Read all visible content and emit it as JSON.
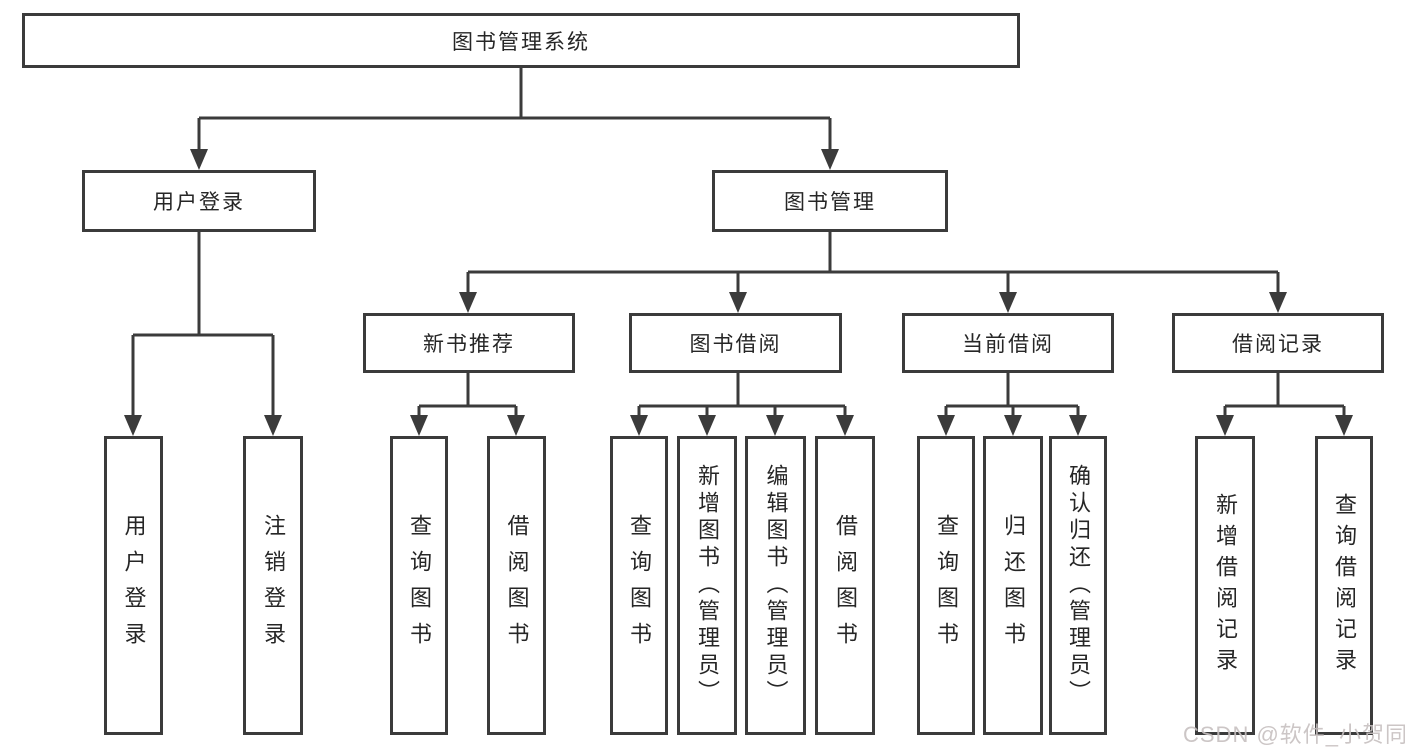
{
  "diagram": {
    "root": {
      "label": "图书管理系统"
    },
    "level2": [
      {
        "label": "用户登录"
      },
      {
        "label": "图书管理"
      }
    ],
    "level3": [
      {
        "label": "新书推荐"
      },
      {
        "label": "图书借阅"
      },
      {
        "label": "当前借阅"
      },
      {
        "label": "借阅记录"
      }
    ],
    "leaves": {
      "user_login": [
        "用户登录",
        "注销登录"
      ],
      "new_books": [
        "查询图书",
        "借阅图书"
      ],
      "book_borrow": [
        "查询图书",
        "新增图书（管理员）",
        "编辑图书（管理员）",
        "借阅图书"
      ],
      "current_borrow": [
        "查询图书",
        "归还图书",
        "确认归还（管理员）"
      ],
      "borrow_records": [
        "新增借阅记录",
        "查询借阅记录"
      ]
    },
    "colors": {
      "line": "#3b3b3b",
      "box_border": "#3b3b3b",
      "text": "#262626",
      "watermark": "#c6c0c0",
      "background": "#ffffff"
    },
    "watermark": "CSDN @软件_小贺同学"
  }
}
